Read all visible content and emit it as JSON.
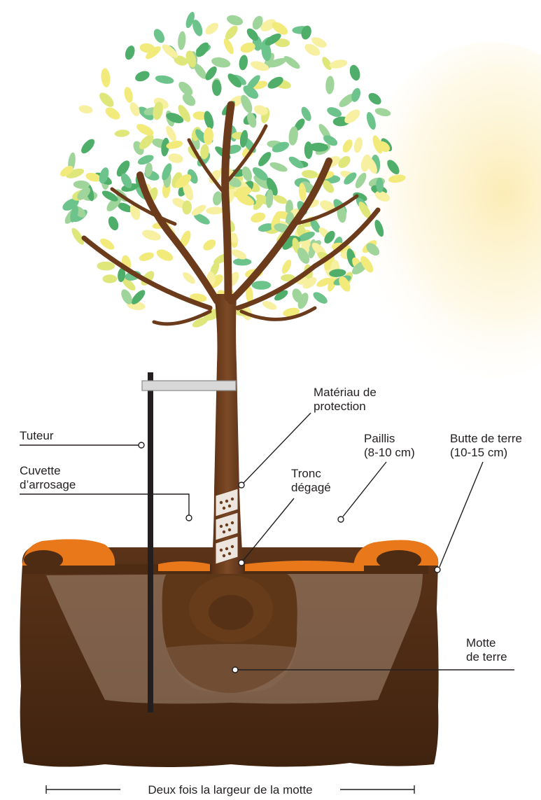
{
  "labels": {
    "tuteur": "Tuteur",
    "cuvette_line1": "Cuvette",
    "cuvette_line2": "d’arrosage",
    "materiau_line1": "Matériau de",
    "materiau_line2": "protection",
    "tronc_line1": "Tronc",
    "tronc_line2": "dégagé",
    "paillis_line1": "Paillis",
    "paillis_line2": "(8-10 cm)",
    "butte_line1": "Butte de terre",
    "butte_line2": "(10-15 cm)",
    "motte_line1": "Motte",
    "motte_line2": "de terre",
    "width_note": "Deux fois la largeur de la motte"
  },
  "colors": {
    "soil": "#4e2c14",
    "soil_light": "#8a6a55",
    "mulch": "#e8781a",
    "trunk": "#6b3b1c",
    "leaf_green": "#6cc48c",
    "leaf_yellow": "#f2ea7a",
    "stake": "#231f20"
  }
}
